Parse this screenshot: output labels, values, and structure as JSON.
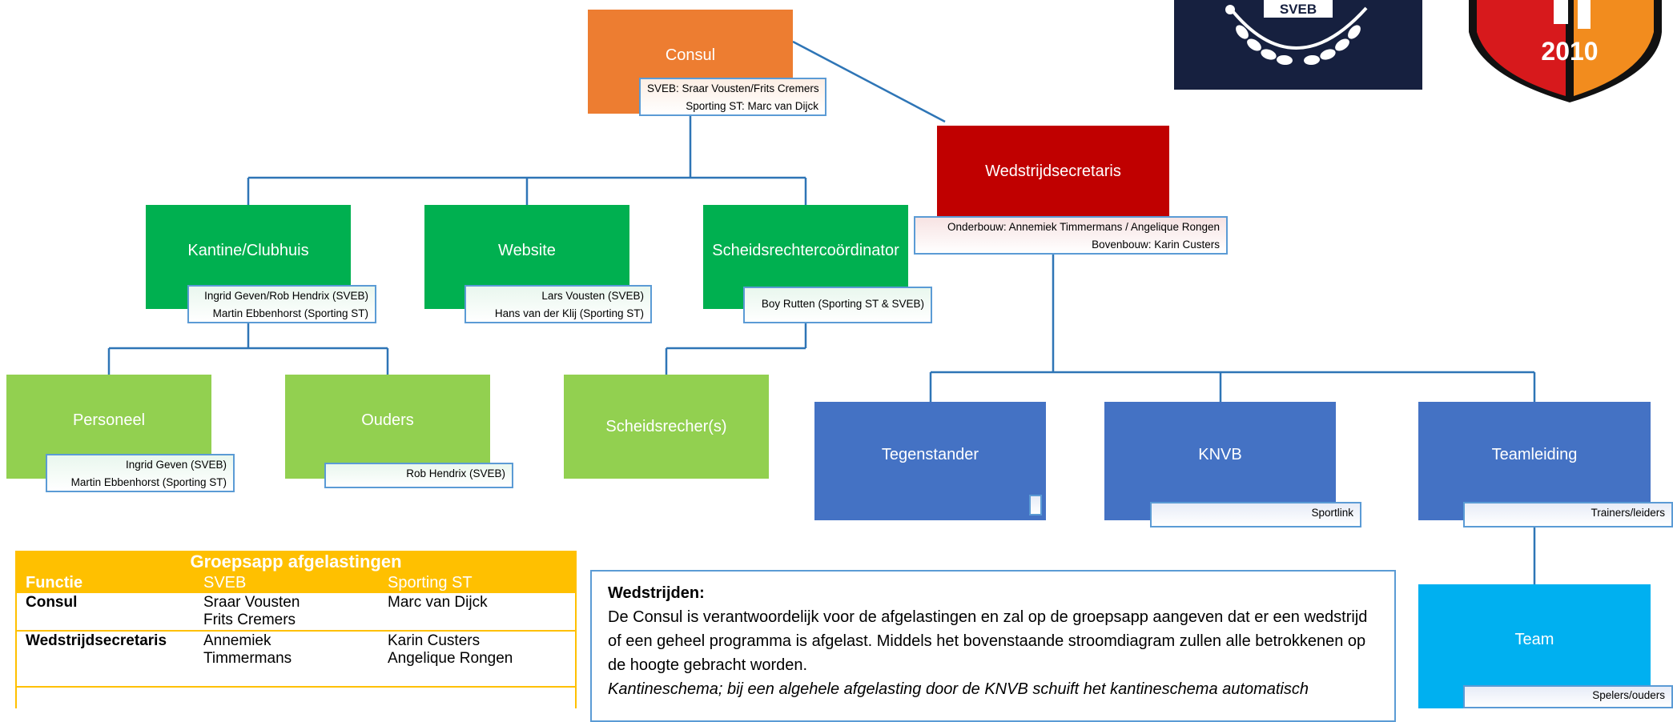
{
  "nodes": {
    "consul": {
      "title": "Consul",
      "lines": [
        "SVEB: Sraar Vousten/Frits Cremers",
        "Sporting ST: Marc van Dijck"
      ]
    },
    "wedstrijdsecretaris": {
      "title": "Wedstrijdsecretaris",
      "lines": [
        "Onderbouw: Annemiek Timmermans / Angelique Rongen",
        "Bovenbouw: Karin Custers"
      ]
    },
    "kantine": {
      "title": "Kantine/Clubhuis",
      "lines": [
        "Ingrid Geven/Rob Hendrix (SVEB)",
        "Martin Ebbenhorst (Sporting ST)"
      ]
    },
    "website": {
      "title": "Website",
      "lines": [
        "Lars Vousten (SVEB)",
        "Hans van der Klij (Sporting ST)"
      ]
    },
    "scheids_coord": {
      "title": "Scheidsrechtercoördinator",
      "lines": [
        "Boy Rutten (Sporting ST & SVEB)"
      ]
    },
    "personeel": {
      "title": "Personeel",
      "lines": [
        "Ingrid Geven (SVEB)",
        "Martin Ebbenhorst (Sporting ST)"
      ]
    },
    "ouders": {
      "title": "Ouders",
      "lines": [
        "Rob Hendrix (SVEB)"
      ]
    },
    "scheidsrechers": {
      "title": "Scheidsrecher(s)",
      "lines": []
    },
    "tegenstander": {
      "title": "Tegenstander",
      "lines": [
        ""
      ]
    },
    "knvb": {
      "title": "KNVB",
      "lines": [
        "Sportlink"
      ]
    },
    "teamleiding": {
      "title": "Teamleiding",
      "lines": [
        "Trainers/leiders"
      ]
    },
    "team": {
      "title": "Team",
      "lines": [
        "Spelers/ouders"
      ]
    }
  },
  "logos": {
    "sveb": {
      "text": "SVEB",
      "colors": {
        "bg": "#16203f",
        "accent": "#ffffff"
      }
    },
    "sporting": {
      "text": "2010",
      "colors": {
        "left": "#d7191c",
        "right": "#f28c1e",
        "edge": "#111111"
      }
    }
  },
  "table": {
    "title": "Groepsapp afgelastingen",
    "columns": [
      "Functie",
      "SVEB",
      "Sporting ST"
    ],
    "rows": [
      {
        "functie": "Consul",
        "sveb": [
          "Sraar Vousten",
          "Frits Cremers"
        ],
        "sporting": [
          "Marc van Dijck",
          ""
        ]
      },
      {
        "functie": "Wedstrijdsecretaris",
        "sveb": [
          "Annemiek",
          "Timmermans"
        ],
        "sporting": [
          "Karin Custers",
          "Angelique Rongen"
        ]
      }
    ]
  },
  "note": {
    "heading": "Wedstrijden:",
    "body": "De Consul is verantwoordelijk voor de afgelastingen en zal op de groepsapp aangeven dat er een wedstrijd of een geheel programma is afgelast. Middels het bovenstaande stroomdiagram zullen alle betrokkenen op de hoogte gebracht worden.",
    "italic": "Kantineschema; bij een algehele afgelasting door de KNVB schuift het kantineschema automatisch"
  },
  "colors": {
    "orange": "#ED7D31",
    "red": "#C00000",
    "green": "#00B050",
    "light_green": "#92D050",
    "blue": "#4472C4",
    "cyan": "#00B0F0",
    "connector": "#2E75B6",
    "label_border": "#5B9BD5",
    "table": "#FFC000"
  }
}
